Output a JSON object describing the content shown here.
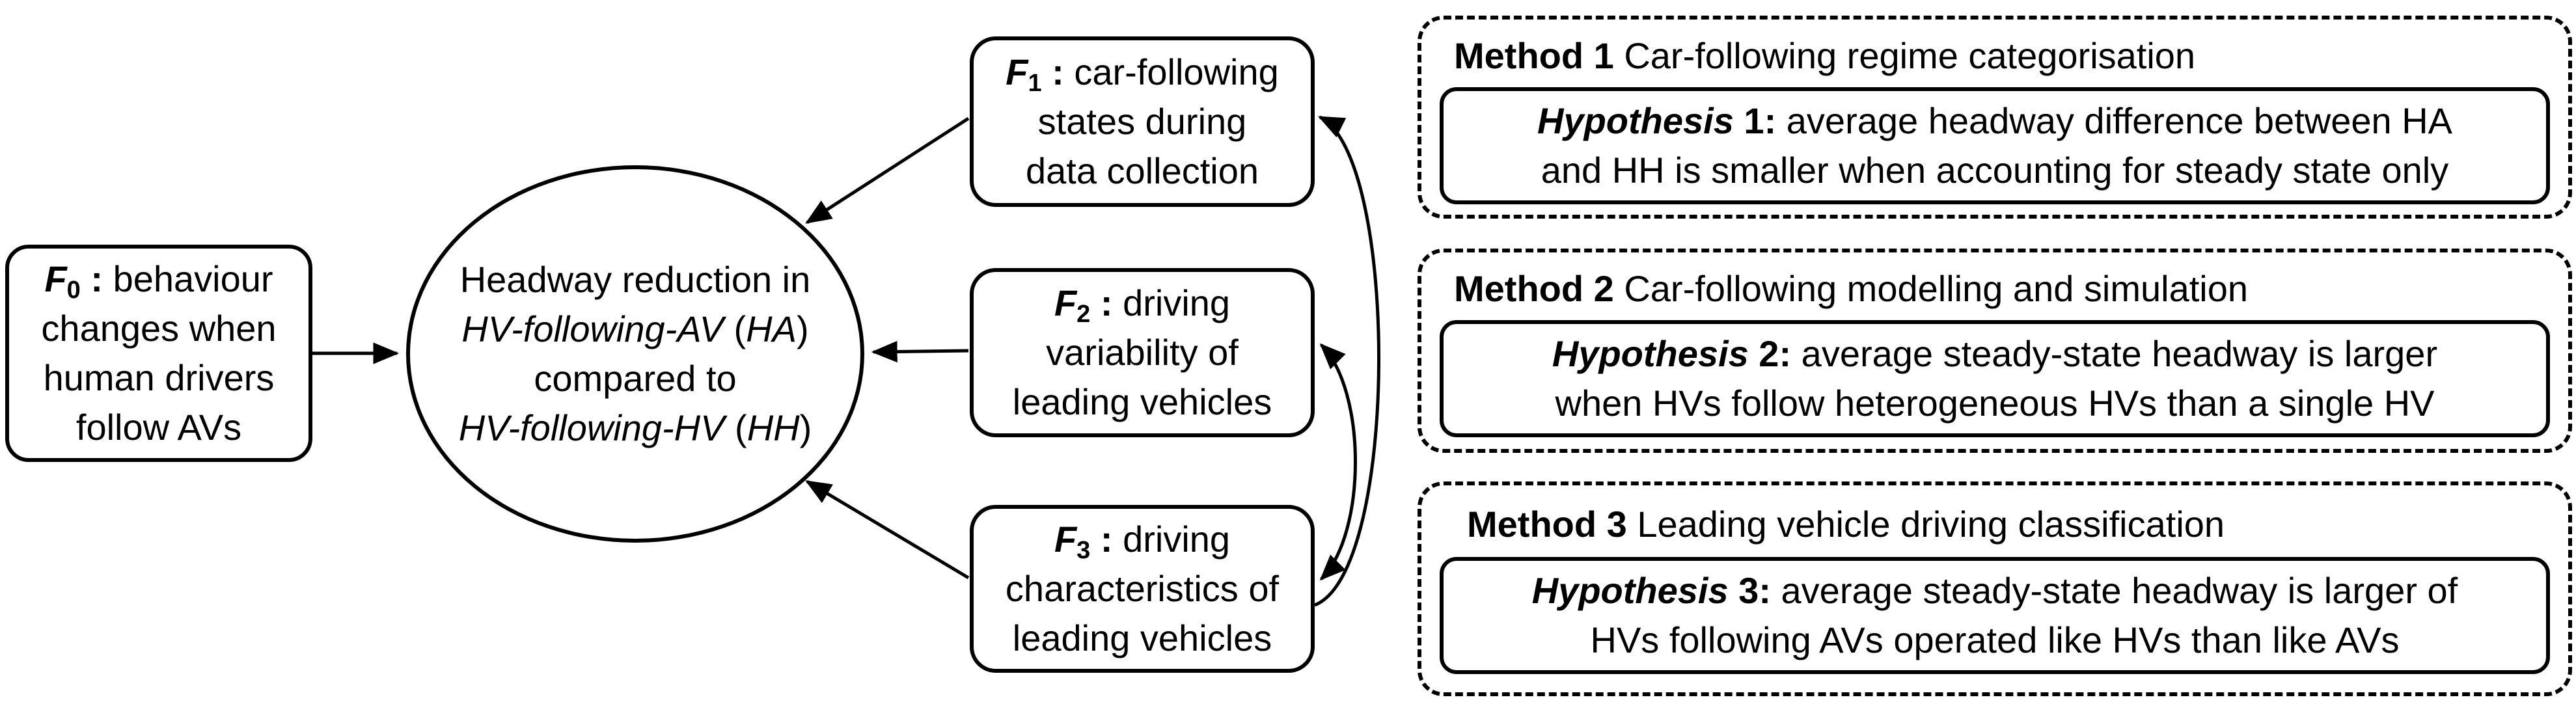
{
  "f0": {
    "id": "F",
    "sub": "0",
    "sep": " : ",
    "lines": [
      "behaviour",
      "changes when",
      "human drivers",
      "follow AVs"
    ]
  },
  "center": {
    "line1": "Headway reduction in",
    "line2_italic": "HV-following-AV",
    "line2_abbr": "HA",
    "line3": "compared to",
    "line4_italic": "HV-following-HV",
    "line4_abbr": "HH"
  },
  "f1": {
    "id": "F",
    "sub": "1",
    "sep": " : ",
    "lines": [
      "car-following",
      "states during",
      "data collection"
    ]
  },
  "f2": {
    "id": "F",
    "sub": "2",
    "sep": " : ",
    "lines": [
      "driving",
      "variability of",
      "leading vehicles"
    ]
  },
  "f3": {
    "id": "F",
    "sub": "3",
    "sep": " : ",
    "lines": [
      "driving",
      "characteristics of",
      "leading vehicles"
    ]
  },
  "methods": [
    {
      "label": "Method 1",
      "title": "Car-following  regime  categorisation",
      "hyp_label": "Hypothesis",
      "hyp_num": " 1:",
      "hyp_line1": "average  headway  difference  between  HA",
      "hyp_line2": "and  HH  is smaller  when  accounting  for steady state only"
    },
    {
      "label": "Method 2",
      "title": "Car-following  modelling  and  simulation",
      "hyp_label": "Hypothesis",
      "hyp_num": " 2:",
      "hyp_line1": "average  steady-state  headway  is larger",
      "hyp_line2": "when  HVs  follow  heterogeneous  HVs  than  a single  HV"
    },
    {
      "label": "Method 3",
      "title": "Leading vehicle  driving  classification",
      "hyp_label": "Hypothesis",
      "hyp_num": " 3:",
      "hyp_line1": "average  steady-state  headway  is larger of",
      "hyp_line2": "HVs  following  AVs  operated  like HVs  than  like AVs"
    }
  ]
}
